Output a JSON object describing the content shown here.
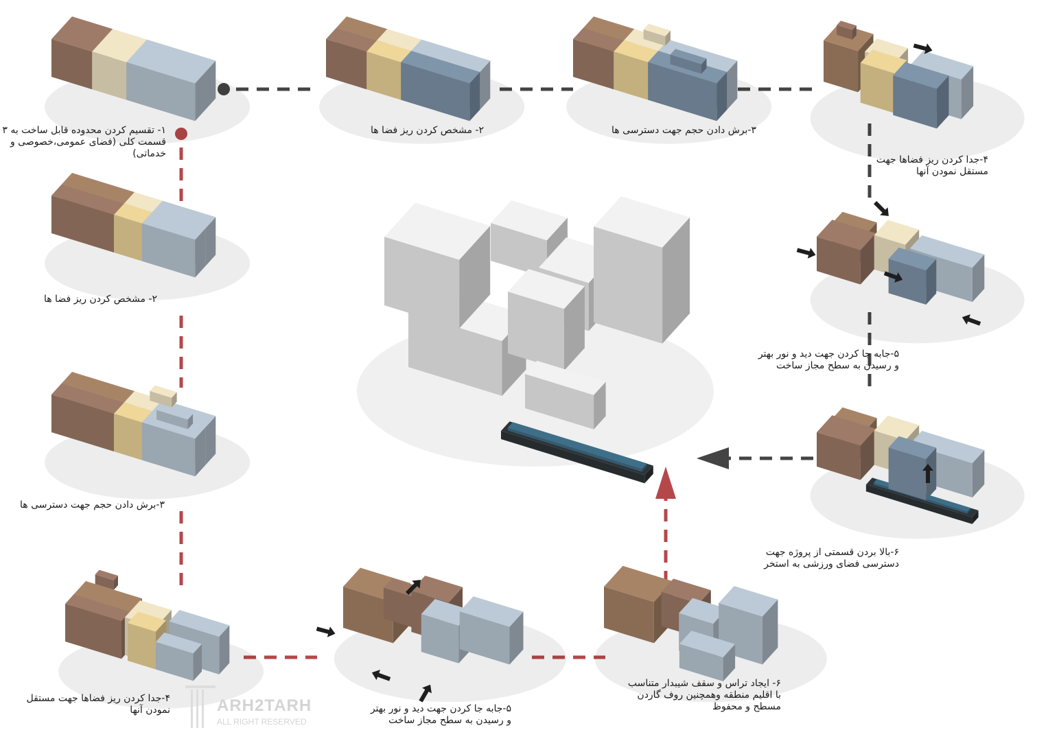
{
  "steps": {
    "s1": "۱- تقسیم کردن محدوده قابل ساخت به ۳ قسمت کلی (فضای عمومی،خصوصی و خدماتی)",
    "s2_top": "۲- مشخص کردن ریز فضا ها",
    "s3_top": "۳-برش دادن حجم جهت دسترسی ها",
    "s4_right": "۴-جدا کردن ریز فضاها جهت مستقل نمودن آنها",
    "s5_right": "۵-جابه جا کردن جهت دید و نور بهتر و رسیدن به سطح مجاز ساخت",
    "s6_right": "۶-بالا بردن قسمتی از پروژه جهت دسترسی فضای ورزشی به استخر",
    "s2_left": "۲- مشخص کردن ریز فضا ها",
    "s3_left": "۳-برش دادن حجم جهت دسترسی ها",
    "s4_bottom": "۴-جدا کردن ریز فضاها جهت مستقل نمودن آنها",
    "s5_bottom": "۵-جابه جا کردن جهت دید و نور بهتر و رسیدن به سطح مجاز ساخت",
    "s6_bottom": "۶- ایجاد تراس و سقف شیبدار متناسب با اقلیم منطقه وهمچنین روف گاردن مسطح و محفوظ"
  },
  "watermark": {
    "brand": "ARH2TARH",
    "rights": "ALL RIGHT RESERVED"
  },
  "colors": {
    "brown": "#9e7b68",
    "brown2": "#a88467",
    "cream": "#f1e6c6",
    "yellow": "#efd79a",
    "blue": "#bccad7",
    "darkblue": "#7f95aa",
    "white": "#f2f2f2",
    "water": "#3f6f88",
    "path_gray": "#444444",
    "path_red": "#b5474a"
  },
  "icons": [
    "arrow-icon",
    "start-dot-icon",
    "arrowhead-icon"
  ]
}
